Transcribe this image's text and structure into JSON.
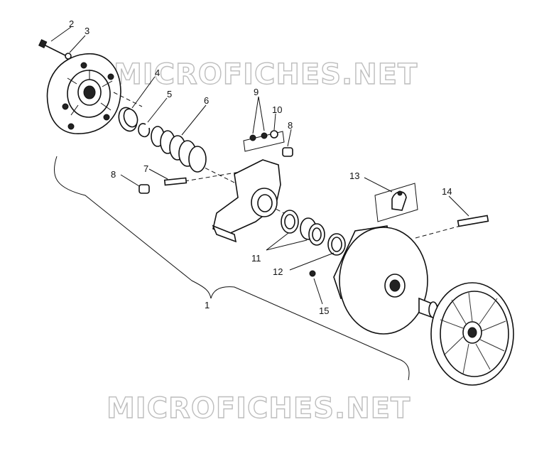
{
  "watermark": {
    "top": "MICROFICHES.NET",
    "bottom": "MICROFICHES.NET"
  },
  "callouts": {
    "c1": "1",
    "c2": "2",
    "c3": "3",
    "c4": "4",
    "c5": "5",
    "c6": "6",
    "c7": "7",
    "c8a": "8",
    "c8b": "8",
    "c9": "9",
    "c10": "10",
    "c11": "11",
    "c12": "12",
    "c13": "13",
    "c14": "14",
    "c15": "15"
  }
}
